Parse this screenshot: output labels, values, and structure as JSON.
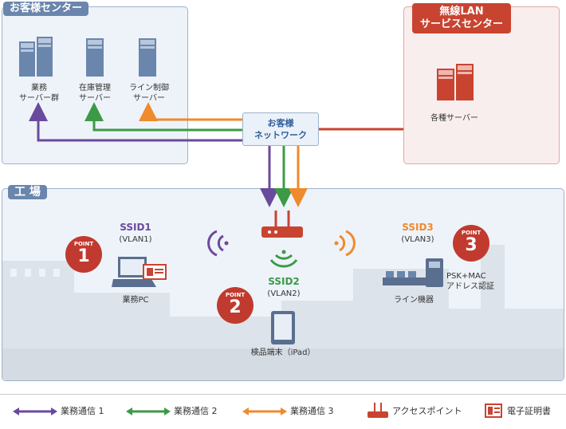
{
  "customer_center": {
    "title": "お客様センター",
    "servers": [
      {
        "line1": "業務",
        "line2": "サーバー群"
      },
      {
        "line1": "在庫管理",
        "line2": "サーバー"
      },
      {
        "line1": "ライン制御",
        "line2": "サーバー"
      }
    ]
  },
  "wireless_center": {
    "title_line1": "無線LAN",
    "title_line2": "サービスセンター",
    "server_label": "各種サーバー"
  },
  "network": {
    "line1": "お客様",
    "line2": "ネットワーク"
  },
  "factory": {
    "title": "工 場",
    "ssid1": {
      "name": "SSID1",
      "vlan": "(VLAN1)",
      "device": "業務PC"
    },
    "ssid2": {
      "name": "SSID2",
      "vlan": "(VLAN2)",
      "device": "検品端末（iPad）"
    },
    "ssid3": {
      "name": "SSID3",
      "vlan": "(VLAN3)",
      "device": "ライン機器"
    },
    "point3_note_line1": "PSK+MAC",
    "point3_note_line2": "アドレス認証",
    "points": [
      {
        "label": "POINT",
        "number": "1"
      },
      {
        "label": "POINT",
        "number": "2"
      },
      {
        "label": "POINT",
        "number": "3"
      }
    ]
  },
  "legend": {
    "comm1": "業務通信 1",
    "comm2": "業務通信 2",
    "comm3": "業務通信 3",
    "access_point": "アクセスポイント",
    "certificate": "電子証明書"
  },
  "colors": {
    "comm1": "#6a4a9c",
    "comm2": "#3c9a46",
    "comm3": "#ef8a2d",
    "link_red": "#c84431",
    "accent_red": "#c13a2f",
    "blue": "#6a86ad"
  }
}
